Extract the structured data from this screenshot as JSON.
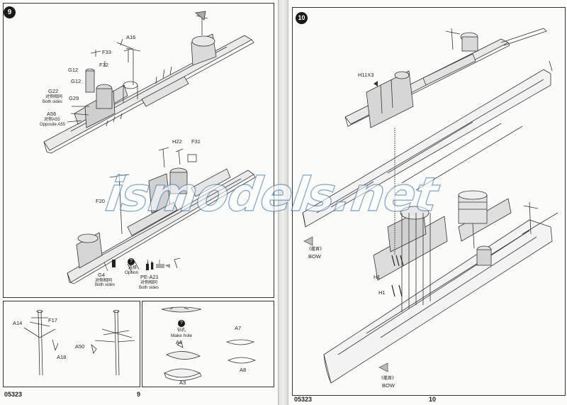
{
  "left_page": {
    "step_number": "9",
    "page_number": "9",
    "model_code": "05323",
    "labels": {
      "a16": "A16",
      "f33": "F33",
      "g12a": "G12",
      "f32": "F32",
      "g12b": "G12",
      "g22": "G22",
      "g22_cn": "对侧相同",
      "g22_en": "Both sides",
      "g29": "G29",
      "a56": "A56",
      "a56_cn": "对侧A55",
      "a56_en": "Opposite A55",
      "h22": "H22",
      "f31": "F31",
      "f20": "F20",
      "g4": "G4",
      "g4_cn": "对侧相同",
      "g4_en": "Both sides",
      "option_badge": "?",
      "option_cn": "选择",
      "option_en": "Option",
      "pe": "PE-A21",
      "pe_cn": "对侧相同",
      "pe_en": "Both sides",
      "a14": "A14",
      "f17": "F17",
      "a18": "A18",
      "a50": "A50",
      "hole_badge": "?",
      "hole_cn": "钻孔",
      "hole_en": "Make hole",
      "a6": "A6",
      "a7": "A7",
      "a3": "A3",
      "a8": "A8"
    }
  },
  "right_page": {
    "step_number": "10",
    "page_number": "10",
    "model_code": "05323",
    "labels": {
      "h11x3": "H11X3",
      "bow1_cn": "《艦首》",
      "bow1_en": "BOW",
      "h1a": "H1",
      "h1b": "H1",
      "bow2_cn": "《艦首》",
      "bow2_en": "BOW"
    }
  },
  "watermark": "ismodels.net",
  "colors": {
    "ink": "#222222",
    "paper": "#fbfbf9",
    "badge": "#1a1a1a",
    "watermark_stroke": "#286eaa"
  }
}
